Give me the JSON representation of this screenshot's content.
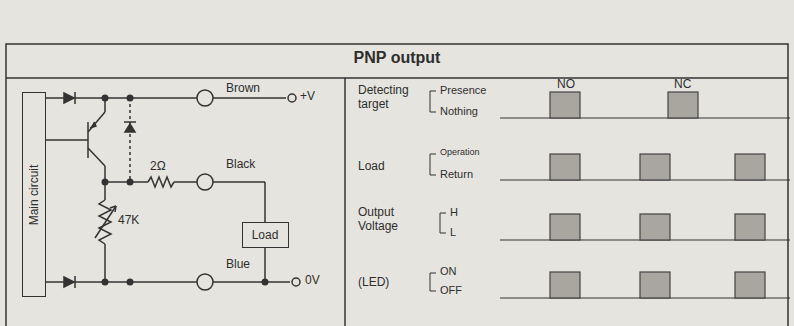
{
  "diagram": {
    "title": "PNP output",
    "nodes": [
      {
        "text": [
          "Main circuit"
        ]
      },
      {
        "text": [
          "Load"
        ]
      }
    ],
    "labels": [
      "Brown",
      "+V",
      "2Ω",
      "Black",
      "47K",
      "Blue",
      "0V",
      "Detecting target",
      "Presence",
      "Nothing",
      "NO",
      "NC",
      "Load",
      "Operation",
      "Return",
      "Output Voltage",
      "H",
      "L",
      "(LED)",
      "ON",
      "OFF"
    ]
  }
}
